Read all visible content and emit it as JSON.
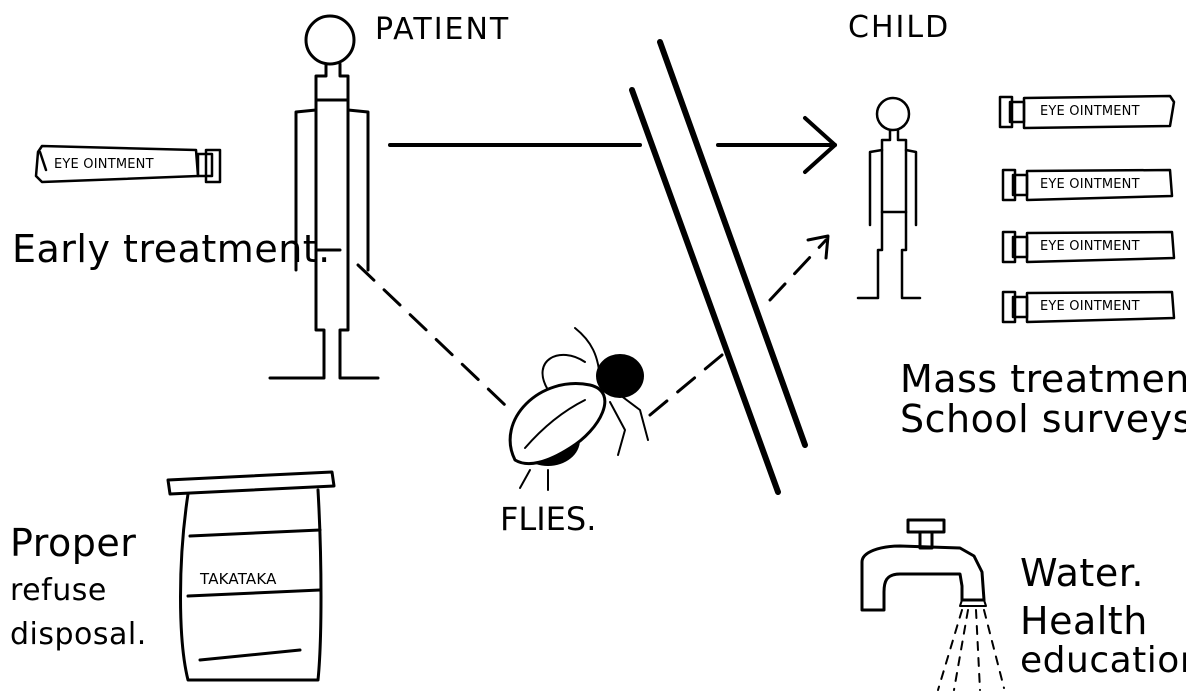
{
  "labels": {
    "patient": "PATIENT",
    "child": "CHILD",
    "flies": "FLIES.",
    "early_treatment": "Early treatment.",
    "mass_treatment": "Mass treatment.",
    "school_surveys": "School surveys.",
    "proper": "Proper",
    "refuse": "refuse",
    "disposal": "disposal.",
    "water": "Water.",
    "health": "Health",
    "education": "education"
  },
  "ointment_label": "EYE OINTMENT",
  "bin_label": "TAKATAKA"
}
